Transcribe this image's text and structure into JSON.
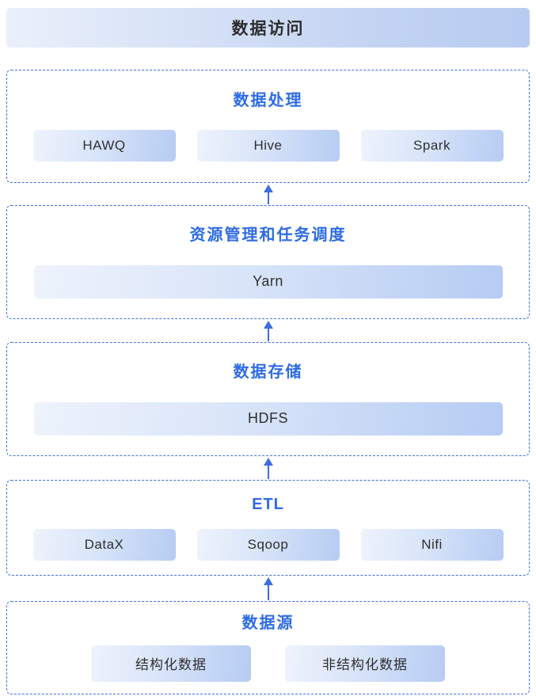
{
  "header": {
    "title": "数据访问"
  },
  "sections": [
    {
      "title": "数据处理",
      "items": [
        "HAWQ",
        "Hive",
        "Spark"
      ]
    },
    {
      "title": "资源管理和任务调度",
      "items": [
        "Yarn"
      ]
    },
    {
      "title": "数据存储",
      "items": [
        "HDFS"
      ]
    },
    {
      "title": "ETL",
      "items": [
        "DataX",
        "Sqoop",
        "Nifi"
      ]
    },
    {
      "title": "数据源",
      "items": [
        "结构化数据",
        "非结构化数据"
      ]
    }
  ],
  "colors": {
    "section_title_blue": "#2e6be6",
    "dashed_border_blue": "#3e6fdf",
    "arrow_blue": "#3b6fdd",
    "chip_gradient_start": "#eef3fc",
    "chip_gradient_end": "#b6ccf3",
    "header_gradient_start": "#eaf0fb",
    "header_gradient_end": "#b8ccf1",
    "text_dark": "#2f2f2f"
  }
}
